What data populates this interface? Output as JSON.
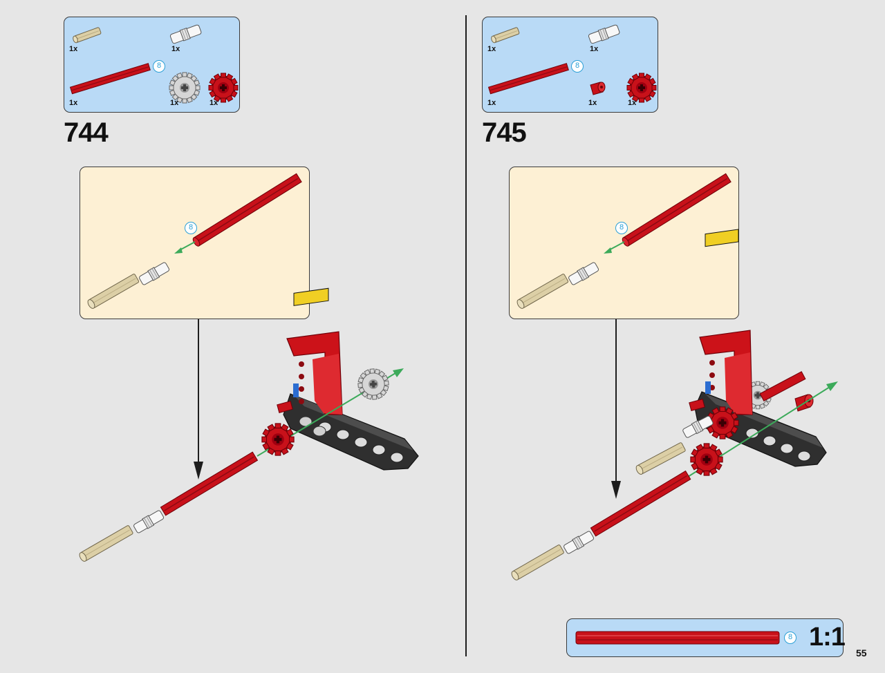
{
  "colors": {
    "page_bg": "#e6e6e6",
    "parts_box_bg": "#b9daf6",
    "subassembly_bg": "#fdf0d4",
    "brick_red": "#c8111a",
    "axle_tan": "#dccfa6",
    "length_badge_blue": "#2a9fd6",
    "arrow_green": "#3caa5a"
  },
  "steps": [
    {
      "number": "744",
      "parts": [
        {
          "qty": "1x",
          "icon": "tan-axle-pin-icon"
        },
        {
          "qty": "1x",
          "icon": "white-axle-connector-icon"
        },
        {
          "qty": "1x",
          "icon": "red-axle-8-icon",
          "length": "8"
        },
        {
          "qty": "1x",
          "icon": "grey-gear-16-icon"
        },
        {
          "qty": "1x",
          "icon": "red-gear-12-icon"
        }
      ],
      "subassembly_length": "8"
    },
    {
      "number": "745",
      "parts": [
        {
          "qty": "1x",
          "icon": "tan-axle-pin-icon"
        },
        {
          "qty": "1x",
          "icon": "white-axle-connector-icon"
        },
        {
          "qty": "1x",
          "icon": "red-axle-8-icon",
          "length": "8"
        },
        {
          "qty": "1x",
          "icon": "red-bush-icon"
        },
        {
          "qty": "1x",
          "icon": "red-gear-12-icon"
        }
      ],
      "subassembly_length": "8"
    }
  ],
  "scale": {
    "length": "8",
    "label": "1:1"
  },
  "page_number": "55"
}
